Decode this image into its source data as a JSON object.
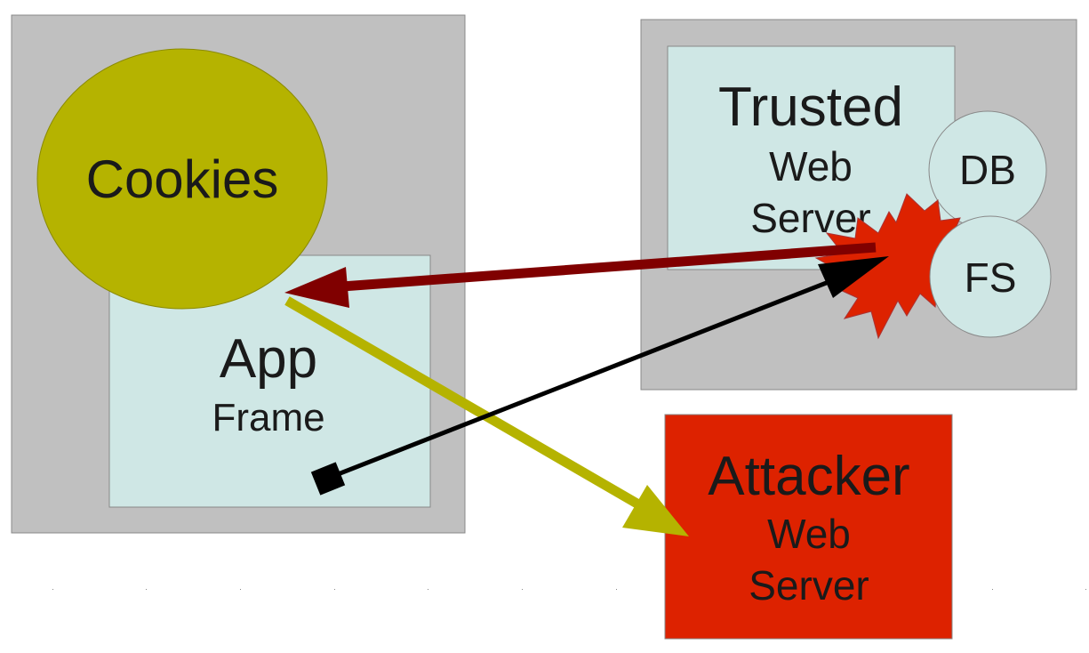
{
  "app_frame_container": {
    "cookies_label": "Cookies",
    "app_title": "App",
    "app_subtitle": "Frame"
  },
  "trusted_server": {
    "title": "Trusted",
    "line2": "Web",
    "line3": "Server",
    "db_label": "DB",
    "fs_label": "FS"
  },
  "attacker_server": {
    "title": "Attacker",
    "line2": "Web",
    "line3": "Server"
  },
  "colors": {
    "container_gray": "#c0c0c0",
    "frame_fill": "#cfe7e5",
    "cookies_fill": "#b5b300",
    "attacker_fill": "#dd2200",
    "explosion_fill": "#dd2200",
    "dark_red_arrow": "#800000",
    "olive_arrow": "#b5b300",
    "black_arrow": "#000000"
  }
}
